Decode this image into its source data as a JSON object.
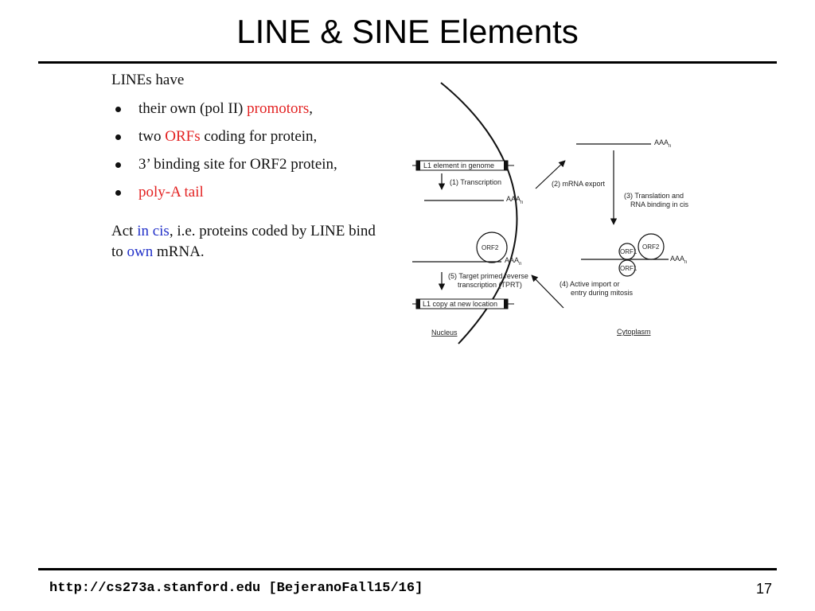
{
  "slide": {
    "title": "LINE & SINE Elements",
    "intro": "LINEs have",
    "bullets": [
      {
        "pre": "their own (pol II) ",
        "hl": "promotors",
        "post": ","
      },
      {
        "pre": "two ",
        "hl": "ORFs",
        "post": " coding for protein,"
      },
      {
        "pre": "3’ binding site for ORF2 protein,",
        "hl": "",
        "post": ""
      },
      {
        "pre": "",
        "hl": "poly-A tail",
        "post": ""
      }
    ],
    "act": {
      "t1": "Act ",
      "h1": "in cis",
      "t2": ", i.e.  proteins coded by LINE bind to ",
      "h2": "own",
      "t3": " mRNA."
    },
    "colors": {
      "highlight_red": "#e32222",
      "highlight_blue": "#2130c9"
    }
  },
  "diagram": {
    "l1_element": "L1 element in genome",
    "step1": "(1) Transcription",
    "polya": "AAA",
    "polya_sub": "n",
    "step2": "(2) mRNA export",
    "step3_line1": "(3) Translation and",
    "step3_line2": "RNA binding in cis",
    "orf2": "ORF2",
    "orf1": "ORF1",
    "step5_line1": "(5) Target primed reverse",
    "step5_line2": "transcription (TPRT)",
    "step4_line1": "(4) Active import or",
    "step4_line2": "entry during mitosis",
    "l1_copy": "L1 copy at new location",
    "nucleus": "Nucleus",
    "cytoplasm": "Cytoplasm"
  },
  "footer": {
    "url": "http://cs273a.stanford.edu [BejeranoFall15/16]",
    "page": "17"
  }
}
